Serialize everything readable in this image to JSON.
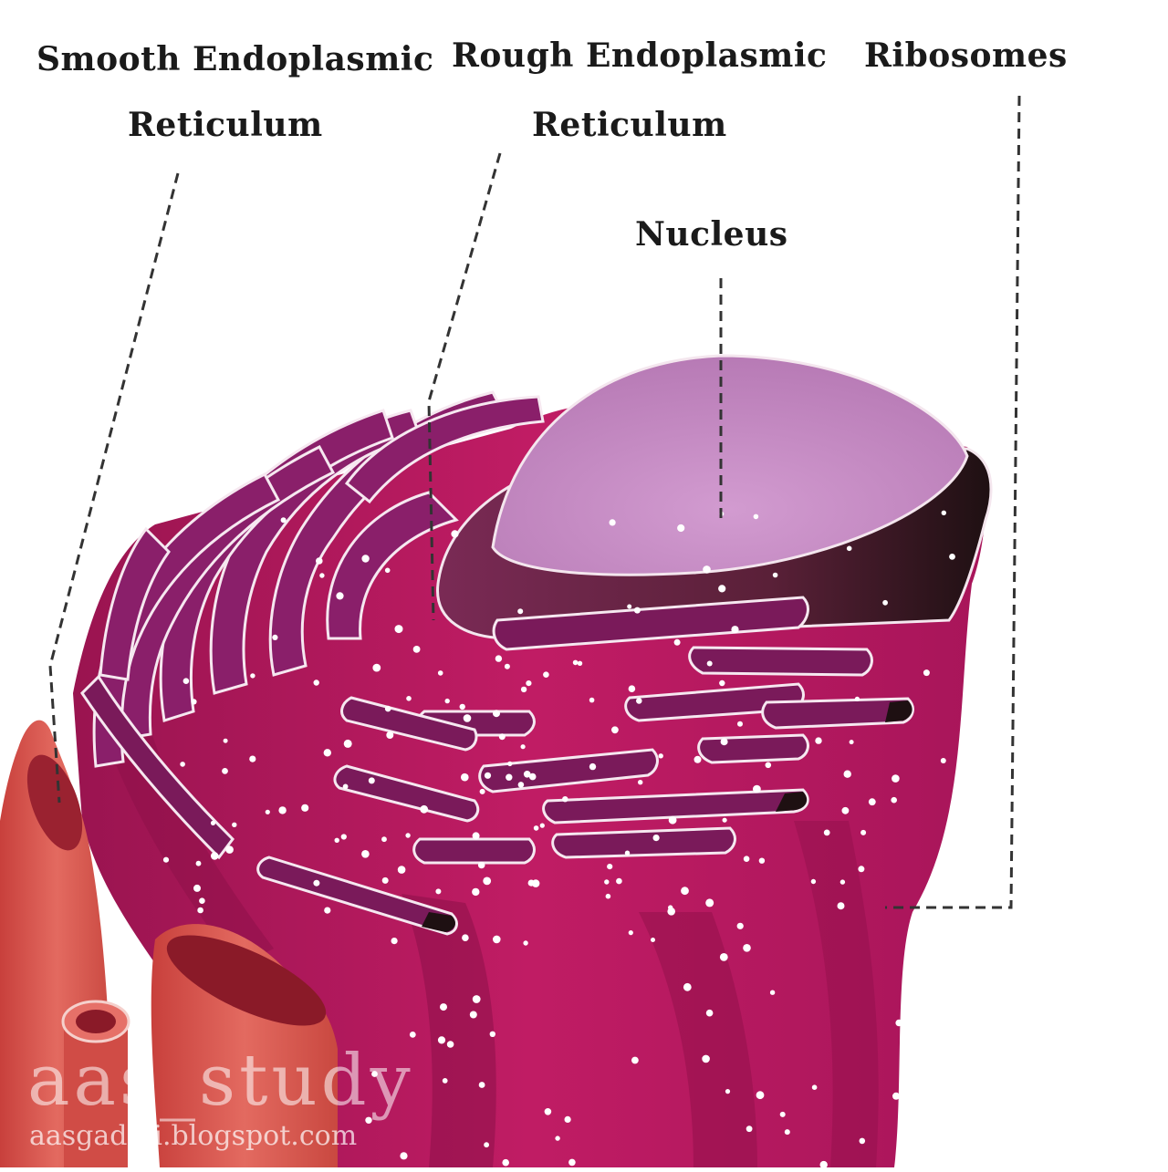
{
  "labels": {
    "smooth_er_line1": "Smooth Endoplasmic",
    "smooth_er_line2": "Reticulum",
    "rough_er_line1": "Rough Endoplasmic",
    "rough_er_line2": "Reticulum",
    "nucleus": "Nucleus",
    "ribosomes": "Ribosomes"
  },
  "watermark": {
    "main": "aas_study",
    "url": "aasgaduli.blogspot.com"
  },
  "colors": {
    "cytoplasm": "#b8185f",
    "cytoplasm_dark": "#8e0f47",
    "rough_er": "#8a1f6a",
    "er_lumen": "#6e0d3c",
    "nucleus": "#c890c8",
    "nuclear_envelope": "#2a1418",
    "smooth_er": "#e0605a",
    "leader_line": "#333333",
    "ribosome": "#ffffff"
  }
}
